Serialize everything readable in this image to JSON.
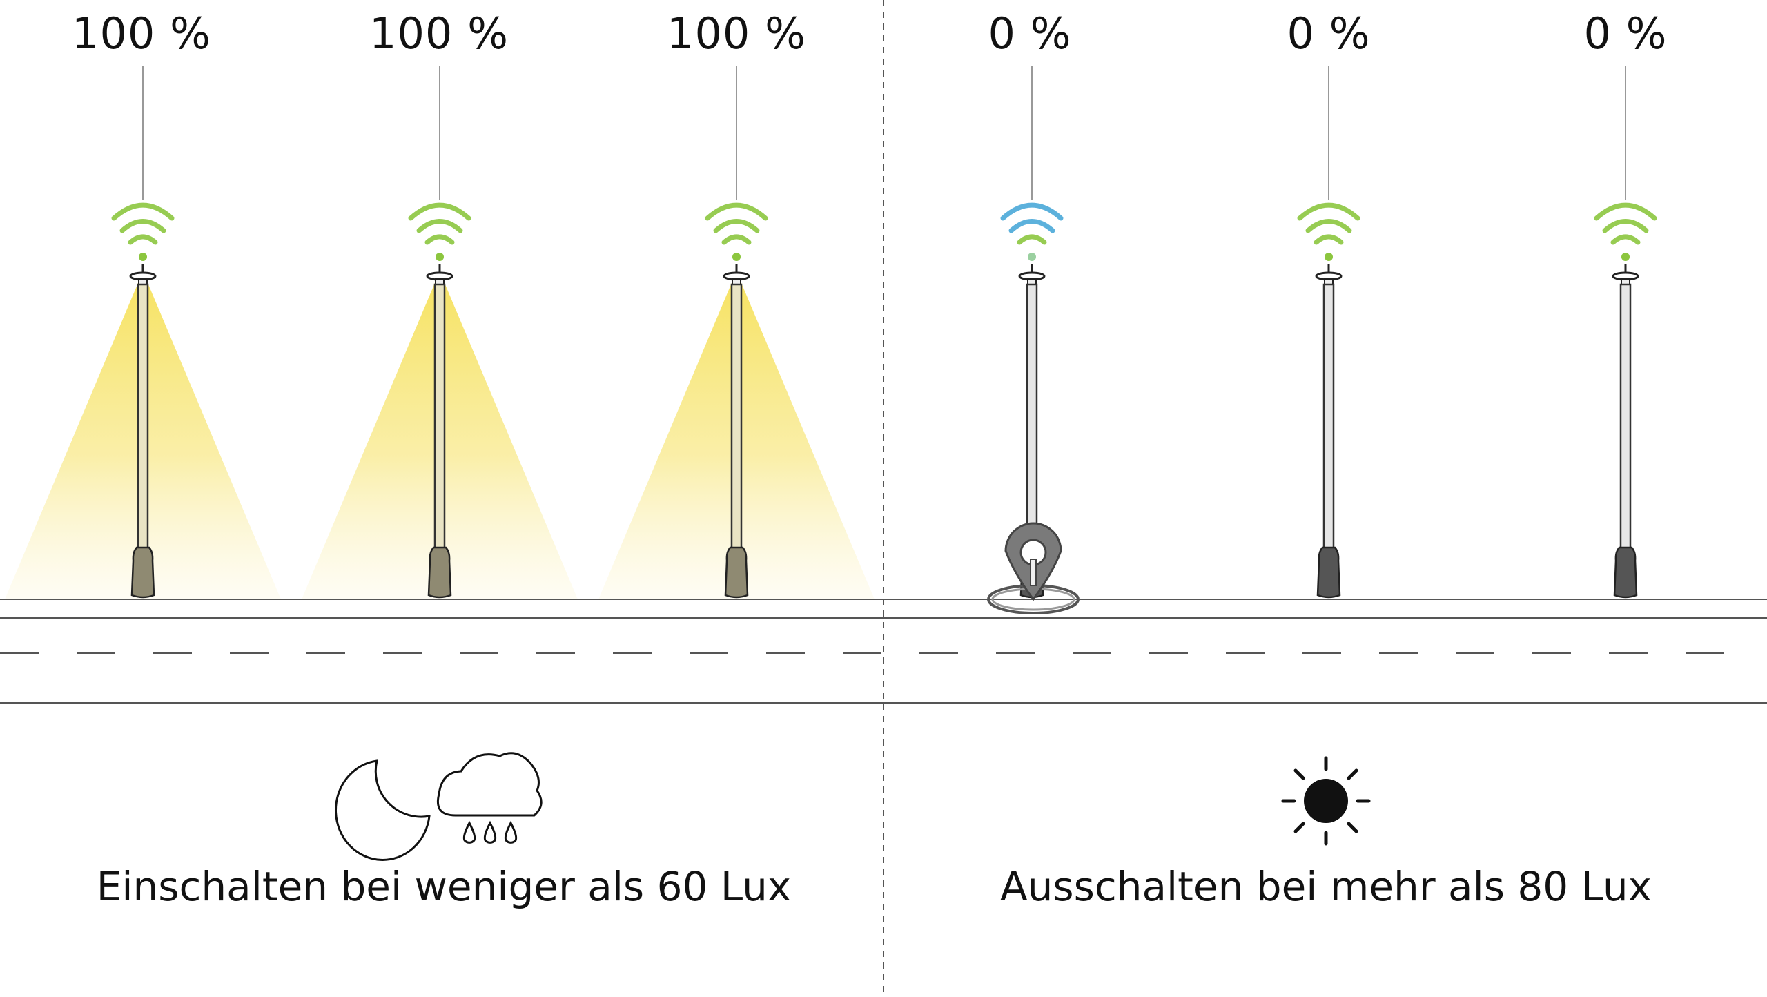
{
  "lamps": [
    {
      "percent_label": "100 %",
      "level_percent": 100,
      "state": "on",
      "signal": "green"
    },
    {
      "percent_label": "100 %",
      "level_percent": 100,
      "state": "on",
      "signal": "green"
    },
    {
      "percent_label": "100 %",
      "level_percent": 100,
      "state": "on",
      "signal": "green"
    },
    {
      "percent_label": "0 %",
      "level_percent": 0,
      "state": "off",
      "signal": "blue-green",
      "marker": "location-pin-icon"
    },
    {
      "percent_label": "0 %",
      "level_percent": 0,
      "state": "off",
      "signal": "green"
    },
    {
      "percent_label": "0 %",
      "level_percent": 0,
      "state": "off",
      "signal": "green"
    }
  ],
  "left_panel": {
    "caption": "Einschalten bei weniger als 60 Lux",
    "icons": [
      "moon-icon",
      "rain-cloud-icon"
    ]
  },
  "right_panel": {
    "caption": "Ausschalten bei mehr als 80 Lux",
    "icons": [
      "sun-icon"
    ]
  },
  "colors": {
    "light_beam": "#f7e36a",
    "signal_green": "#8cc63f",
    "signal_blue": "#4aa8d8",
    "pole_on": "#e9e4c4",
    "pole_off": "#e6e6e6",
    "base_on": "#8f8a72",
    "base_off": "#555555",
    "line": "#555555"
  }
}
